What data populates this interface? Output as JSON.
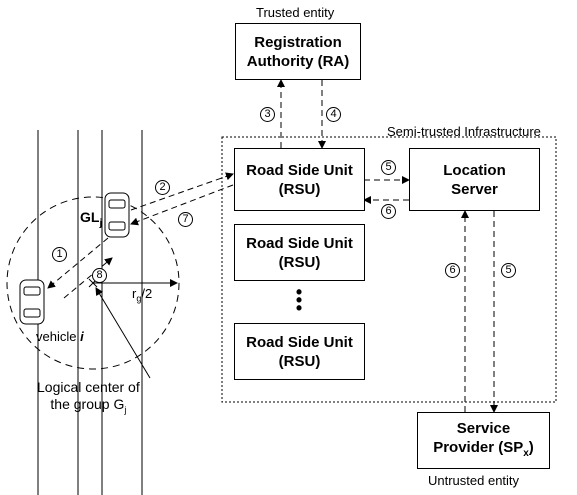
{
  "labels": {
    "trusted": "Trusted entity",
    "semi_trusted": "Semi-trusted Infrastructure",
    "untrusted": "Untrusted entity",
    "gl_main": "GL",
    "gl_sub": "j",
    "radius_main": "r",
    "radius_sub": "g",
    "radius_tail": "/2",
    "vehicle_prefix": "vehicle ",
    "vehicle_i": "i",
    "center_line1": "Logical center of",
    "center_line2_main": "the group G",
    "center_line2_sub": "j"
  },
  "boxes": {
    "ra": {
      "line1": "Registration",
      "line2": "Authority (RA)"
    },
    "rsu1": {
      "line1": "Road Side Unit",
      "line2": "(RSU)"
    },
    "rsu2": {
      "line1": "Road Side Unit",
      "line2": "(RSU)"
    },
    "rsu3": {
      "line1": "Road Side Unit",
      "line2": "(RSU)"
    },
    "ls": {
      "line1": "Location",
      "line2": "Server"
    },
    "sp": {
      "line1": "Service",
      "line2_main": "Provider (SP",
      "line2_sub": "x",
      "line2_tail": ")"
    }
  },
  "steps": {
    "s1": "1",
    "s2": "2",
    "s3": "3",
    "s4": "4",
    "s5a": "5",
    "s5b": "5",
    "s6a": "6",
    "s6b": "6",
    "s7": "7",
    "s8": "8"
  },
  "dots": "•\n•\n•"
}
